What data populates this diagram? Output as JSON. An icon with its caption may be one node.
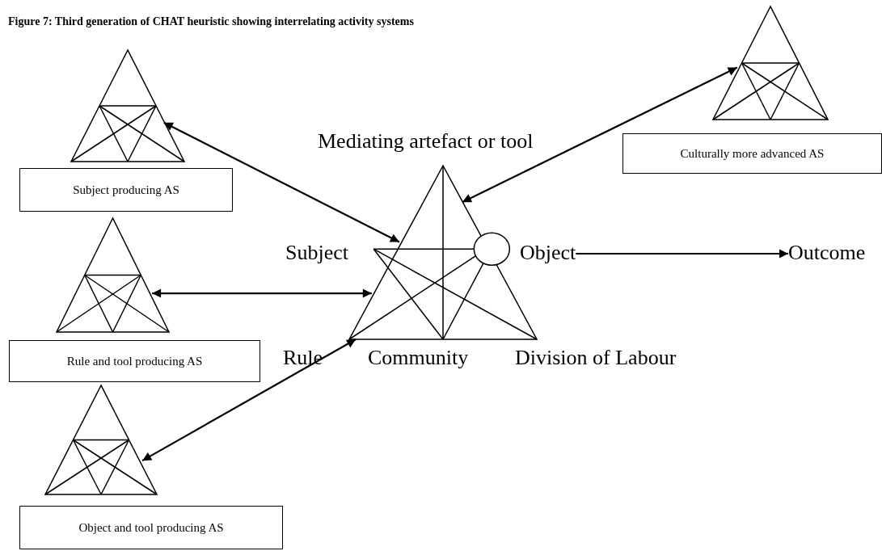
{
  "diagram": {
    "title": "Figure 7: Third generation of CHAT heuristic showing interrelating activity systems",
    "nodes": [
      {
        "text": [],
        "shape": "triangle"
      },
      {
        "text": [
          "Subject producing AS"
        ]
      },
      {
        "text": [],
        "shape": "triangle"
      },
      {
        "text": [
          "Rule and tool producing AS"
        ]
      },
      {
        "text": [],
        "shape": "triangle"
      },
      {
        "text": [
          "Object and tool producing AS"
        ]
      },
      {
        "text": [],
        "shape": "triangle",
        "beside": [
          "Mediating artefact or tool",
          "Subject",
          "Rule",
          "Community",
          "Division of Labour"
        ]
      },
      {
        "text": [],
        "shape": "triangle"
      },
      {
        "text": [
          "Culturally more advanced AS"
        ]
      },
      {
        "text": [
          "Object"
        ]
      },
      {
        "text": [
          "Outcome"
        ]
      }
    ],
    "edges": [
      {
        "from": 0,
        "to": 6,
        "arrow": "both"
      },
      {
        "from": 2,
        "to": 6,
        "arrow": "both"
      },
      {
        "from": 4,
        "to": 6,
        "arrow": "both"
      },
      {
        "from": 6,
        "to": 7,
        "arrow": "both"
      },
      {
        "from": 9,
        "to": 10,
        "arrow": "to"
      }
    ]
  }
}
